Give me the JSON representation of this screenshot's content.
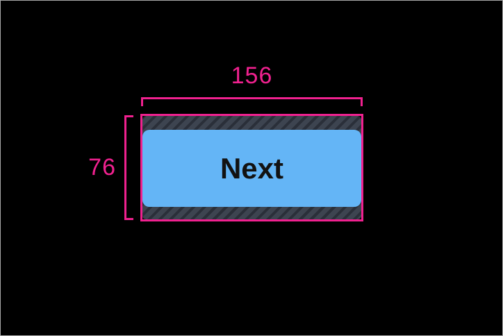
{
  "measurements": {
    "width": {
      "label": "156",
      "value": 156
    },
    "height": {
      "label": "76",
      "value": 76
    }
  },
  "button": {
    "label": "Next"
  },
  "colors": {
    "accent": "#f0218f",
    "button-fill": "#64b5f6",
    "button-text": "#121212",
    "hatch-bg": "#3d4450",
    "hatch-stripe": "#2a2f39",
    "canvas-bg": "#000000",
    "frame-border": "#a9a9a9"
  }
}
